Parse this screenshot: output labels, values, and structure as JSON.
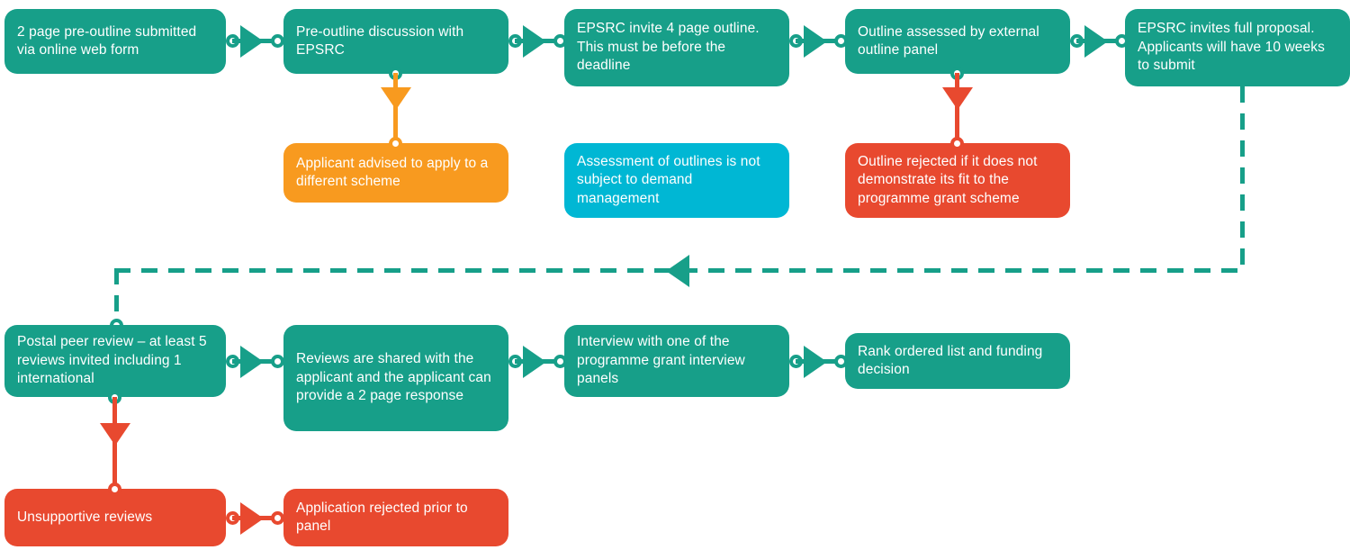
{
  "diagram": {
    "title": "EPSRC Programme Grant application process flowchart",
    "colors": {
      "teal": "#179f89",
      "orange": "#f89a1f",
      "cyan": "#00b7d4",
      "red": "#e8492f",
      "text": "#ffffff",
      "background": "#ffffff"
    },
    "nodes": [
      {
        "id": "pre-outline-submitted",
        "label": "2 page pre-outline submitted via online web form",
        "color": "teal"
      },
      {
        "id": "pre-outline-discussion",
        "label": "Pre-outline discussion with EPSRC",
        "color": "teal"
      },
      {
        "id": "epsrc-invite-outline",
        "label": "EPSRC invite 4 page outline. This must be before the deadline",
        "color": "teal"
      },
      {
        "id": "outline-assessed",
        "label": "Outline assessed by external outline panel",
        "color": "teal"
      },
      {
        "id": "epsrc-invites-full",
        "label": "EPSRC invites full proposal. Applicants will have 10 weeks to submit",
        "color": "teal"
      },
      {
        "id": "applicant-advised",
        "label": "Applicant advised to apply to a different scheme",
        "color": "orange"
      },
      {
        "id": "assessment-not-demand",
        "label": "Assessment of outlines is not subject to demand management",
        "color": "cyan"
      },
      {
        "id": "outline-rejected",
        "label": "Outline rejected if it does not demonstrate its fit to the programme grant scheme",
        "color": "red"
      },
      {
        "id": "postal-peer-review",
        "label": "Postal peer review – at least 5 reviews invited including 1 international",
        "color": "teal"
      },
      {
        "id": "reviews-shared",
        "label": "Reviews are shared with the applicant and the applicant can provide a 2 page response",
        "color": "teal"
      },
      {
        "id": "interview",
        "label": "Interview with one of the programme grant interview panels",
        "color": "teal"
      },
      {
        "id": "rank-ordered-list",
        "label": "Rank ordered list and funding decision",
        "color": "teal"
      },
      {
        "id": "unsupportive-reviews",
        "label": "Unsupportive reviews",
        "color": "red"
      },
      {
        "id": "application-rejected",
        "label": "Application rejected prior to panel",
        "color": "red"
      }
    ],
    "edges": [
      {
        "id": "e1",
        "from": "pre-outline-submitted",
        "to": "pre-outline-discussion",
        "style": "solid",
        "direction": "right",
        "color": "teal"
      },
      {
        "id": "e2",
        "from": "pre-outline-discussion",
        "to": "epsrc-invite-outline",
        "style": "solid",
        "direction": "right",
        "color": "teal"
      },
      {
        "id": "e3",
        "from": "epsrc-invite-outline",
        "to": "outline-assessed",
        "style": "solid",
        "direction": "right",
        "color": "teal"
      },
      {
        "id": "e4",
        "from": "outline-assessed",
        "to": "epsrc-invites-full",
        "style": "solid",
        "direction": "right",
        "color": "teal"
      },
      {
        "id": "e5",
        "from": "pre-outline-discussion",
        "to": "applicant-advised",
        "style": "solid",
        "direction": "down",
        "color": "orange"
      },
      {
        "id": "e6",
        "from": "outline-assessed",
        "to": "outline-rejected",
        "style": "solid",
        "direction": "down",
        "color": "red"
      },
      {
        "id": "e7",
        "from": "epsrc-invites-full",
        "to": "postal-peer-review",
        "style": "dashed",
        "direction": "left",
        "color": "teal"
      },
      {
        "id": "e8",
        "from": "postal-peer-review",
        "to": "reviews-shared",
        "style": "solid",
        "direction": "right",
        "color": "teal"
      },
      {
        "id": "e9",
        "from": "reviews-shared",
        "to": "interview",
        "style": "solid",
        "direction": "right",
        "color": "teal"
      },
      {
        "id": "e10",
        "from": "interview",
        "to": "rank-ordered-list",
        "style": "solid",
        "direction": "right",
        "color": "teal"
      },
      {
        "id": "e11",
        "from": "postal-peer-review",
        "to": "unsupportive-reviews",
        "style": "solid",
        "direction": "down",
        "color": "red"
      },
      {
        "id": "e12",
        "from": "unsupportive-reviews",
        "to": "application-rejected",
        "style": "solid",
        "direction": "right",
        "color": "red"
      }
    ]
  }
}
